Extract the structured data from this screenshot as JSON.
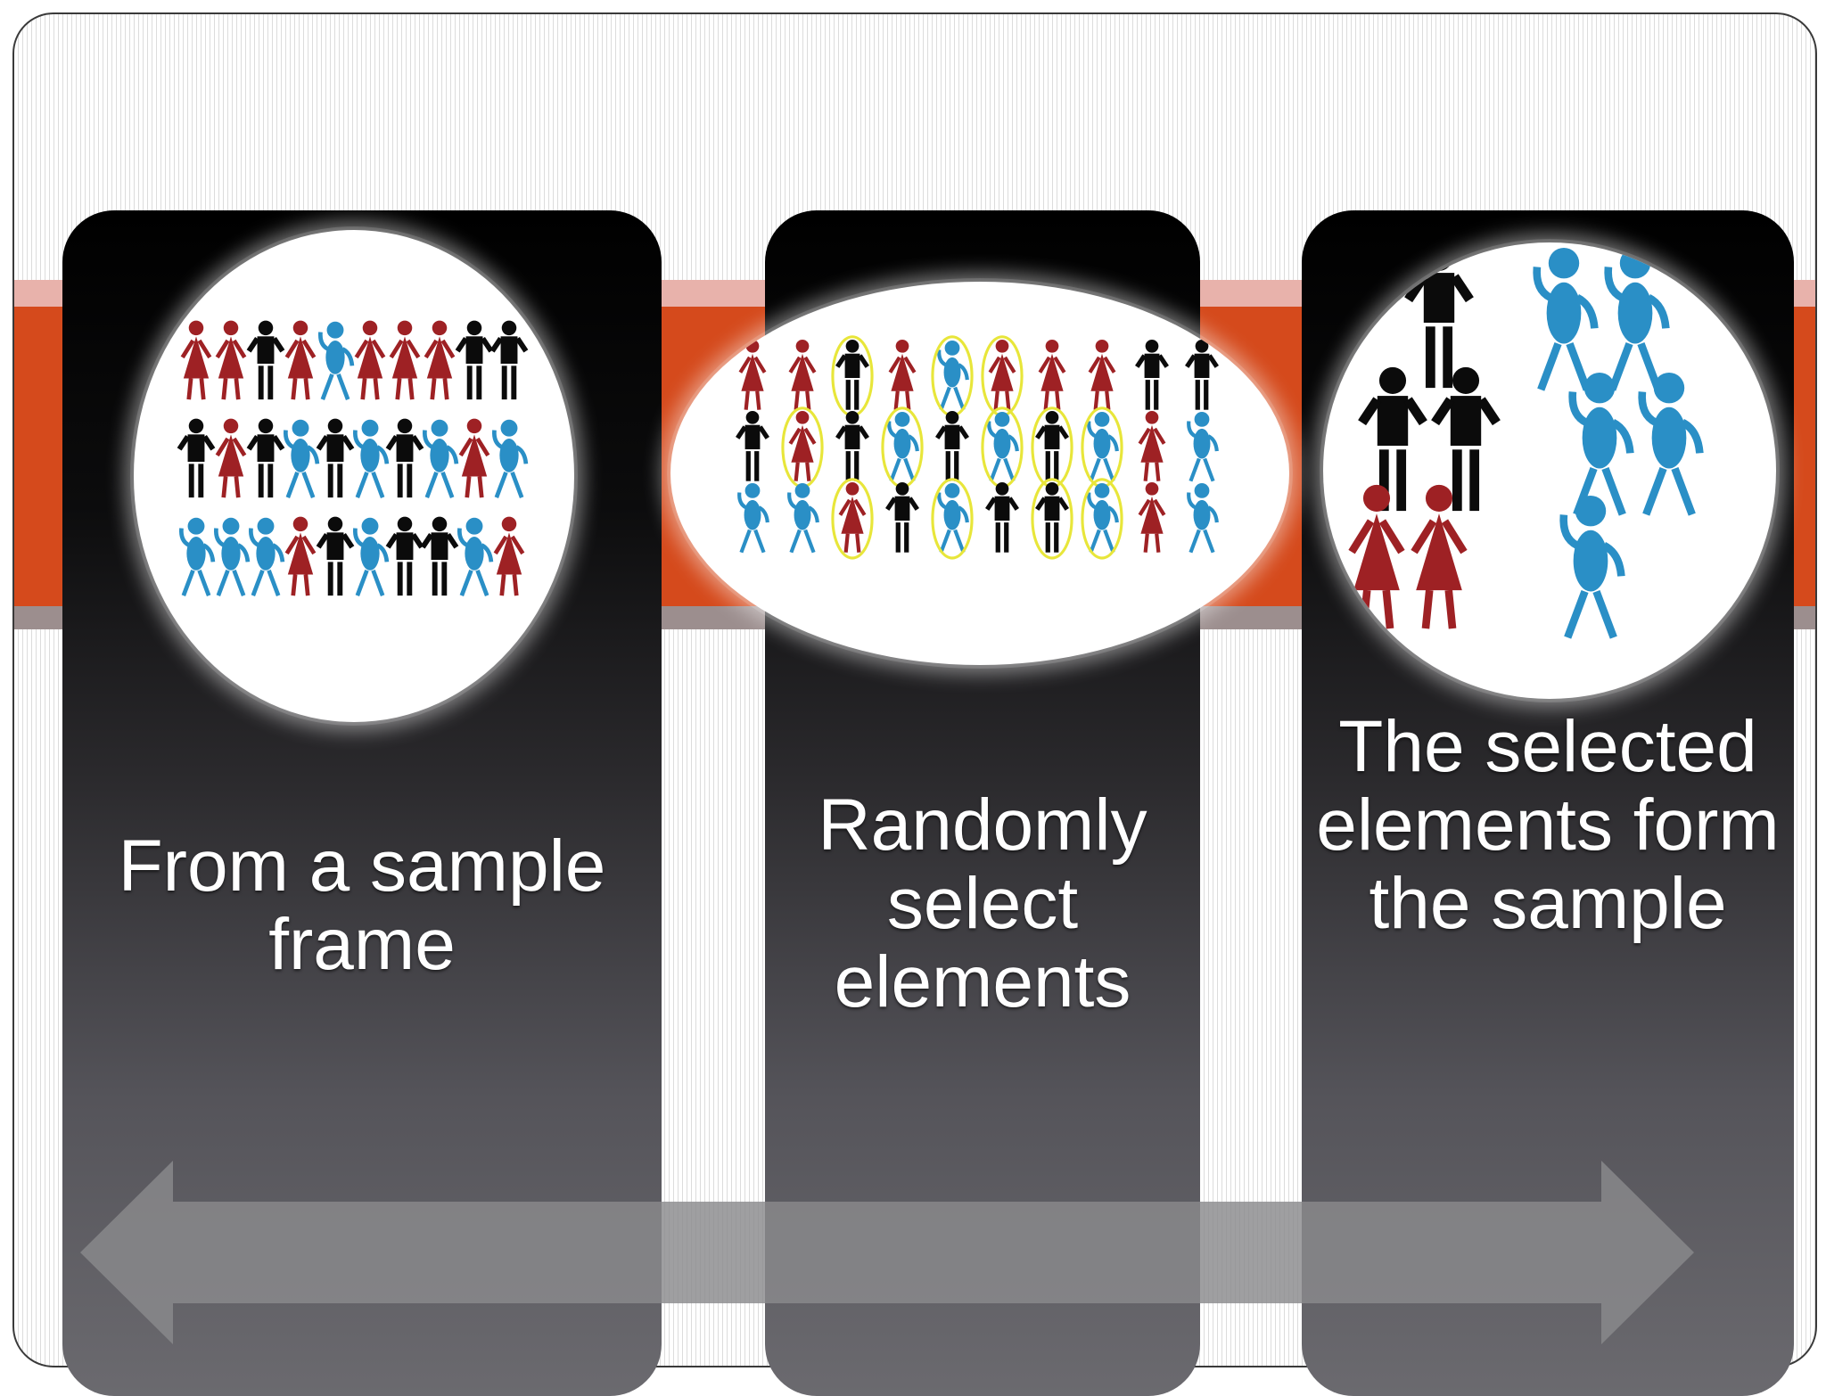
{
  "steps": [
    {
      "label": "From a sample frame",
      "picture": "crowd-of-stick-figures"
    },
    {
      "label": "Randomly select elements",
      "picture": "crowd-with-circled-selection"
    },
    {
      "label": "The selected elements form the sample",
      "picture": "selected-figures-group"
    }
  ],
  "arrow": {
    "direction": "left-right"
  },
  "colors": {
    "band": "#d54a1c",
    "panel_top": "#000000",
    "panel_bottom": "#6b6a6f",
    "figure_red": "#9e2124",
    "figure_blue": "#2a8fc6",
    "figure_black": "#0b0b0b",
    "selection_ring": "#e8e63a",
    "arrow": "#8a8a8c"
  },
  "icons": [
    "stick-figure-female-icon",
    "stick-figure-male-icon",
    "stick-figure-blob-icon",
    "double-arrow-icon"
  ]
}
